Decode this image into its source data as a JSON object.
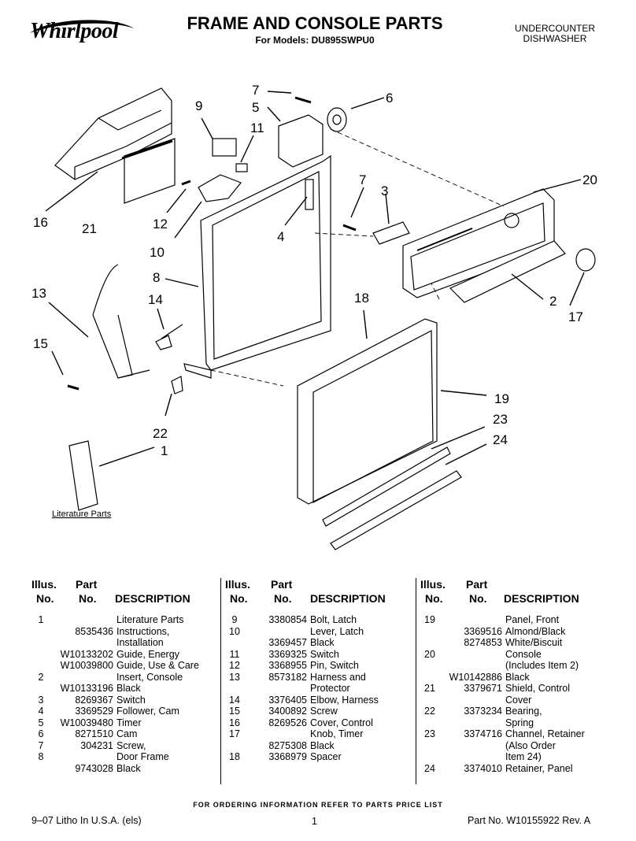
{
  "brand": "Whirlpool",
  "header": {
    "title": "FRAME AND CONSOLE PARTS",
    "subtitle": "For Models: DU895SWPU0",
    "category_line1": "UNDERCOUNTER",
    "category_line2": "DISHWASHER"
  },
  "diagram": {
    "callouts": [
      "7",
      "5",
      "6",
      "9",
      "11",
      "20",
      "16",
      "21",
      "12",
      "7",
      "3",
      "10",
      "4",
      "8",
      "2",
      "17",
      "13",
      "14",
      "18",
      "15",
      "19",
      "23",
      "22",
      "1",
      "24"
    ],
    "literature_label": "Literature Parts"
  },
  "table": {
    "headers": {
      "illus_line1": "Illus.",
      "illus_line2": "No.",
      "part_line1": "Part",
      "part_line2": "No.",
      "description": "DESCRIPTION"
    },
    "columns": [
      [
        {
          "num": "1",
          "part": "",
          "desc": "Literature Parts"
        },
        {
          "num": "",
          "part": "8535436",
          "desc": "Instructions,"
        },
        {
          "num": "",
          "part": "",
          "desc": "Installation"
        },
        {
          "num": "",
          "part": "W10133202",
          "desc": "Guide, Energy"
        },
        {
          "num": "",
          "part": "W10039800",
          "desc": "Guide, Use & Care"
        },
        {
          "num": "2",
          "part": "",
          "desc": "Insert, Console"
        },
        {
          "num": "",
          "part": "W10133196",
          "desc": "Black"
        },
        {
          "num": "3",
          "part": "8269367",
          "desc": "Switch"
        },
        {
          "num": "4",
          "part": "3369529",
          "desc": "Follower, Cam"
        },
        {
          "num": "5",
          "part": "W10039480",
          "desc": "Timer"
        },
        {
          "num": "6",
          "part": "8271510",
          "desc": "Cam"
        },
        {
          "num": "7",
          "part": "304231",
          "desc": "Screw,"
        },
        {
          "num": "8",
          "part": "",
          "desc": "Door Frame"
        },
        {
          "num": "",
          "part": "9743028",
          "desc": "Black"
        }
      ],
      [
        {
          "num": "9",
          "part": "3380854",
          "desc": "Bolt, Latch"
        },
        {
          "num": "10",
          "part": "",
          "desc": "Lever, Latch"
        },
        {
          "num": "",
          "part": "3369457",
          "desc": "Black"
        },
        {
          "num": "11",
          "part": "3369325",
          "desc": "Switch"
        },
        {
          "num": "12",
          "part": "3368955",
          "desc": "Pin, Switch"
        },
        {
          "num": "13",
          "part": "8573182",
          "desc": "Harness and"
        },
        {
          "num": "",
          "part": "",
          "desc": "Protector"
        },
        {
          "num": "14",
          "part": "3376405",
          "desc": "Elbow, Harness"
        },
        {
          "num": "15",
          "part": "3400892",
          "desc": "Screw"
        },
        {
          "num": "16",
          "part": "8269526",
          "desc": "Cover, Control"
        },
        {
          "num": "17",
          "part": "",
          "desc": "Knob, Timer"
        },
        {
          "num": "",
          "part": "8275308",
          "desc": "Black"
        },
        {
          "num": "18",
          "part": "3368979",
          "desc": "Spacer"
        }
      ],
      [
        {
          "num": "19",
          "part": "",
          "desc": "Panel, Front"
        },
        {
          "num": "",
          "part": "3369516",
          "desc": "Almond/Black"
        },
        {
          "num": "",
          "part": "8274853",
          "desc": "White/Biscuit"
        },
        {
          "num": "20",
          "part": "",
          "desc": "Console"
        },
        {
          "num": "",
          "part": "",
          "desc": "(Includes Item 2)"
        },
        {
          "num": "",
          "part": "W10142886",
          "desc": "Black"
        },
        {
          "num": "21",
          "part": "3379671",
          "desc": "Shield, Control"
        },
        {
          "num": "",
          "part": "",
          "desc": "Cover"
        },
        {
          "num": "22",
          "part": "3373234",
          "desc": "Bearing,"
        },
        {
          "num": "",
          "part": "",
          "desc": "Spring"
        },
        {
          "num": "23",
          "part": "3374716",
          "desc": "Channel, Retainer"
        },
        {
          "num": "",
          "part": "",
          "desc": "(Also Order"
        },
        {
          "num": "",
          "part": "",
          "desc": "Item 24)"
        },
        {
          "num": "24",
          "part": "3374010",
          "desc": "Retainer, Panel"
        }
      ]
    ]
  },
  "footer": {
    "note": "FOR ORDERING INFORMATION REFER TO PARTS PRICE LIST",
    "left": "9–07 Litho In U.S.A. (els)",
    "page": "1",
    "right": "Part No. W10155922 Rev. A"
  }
}
